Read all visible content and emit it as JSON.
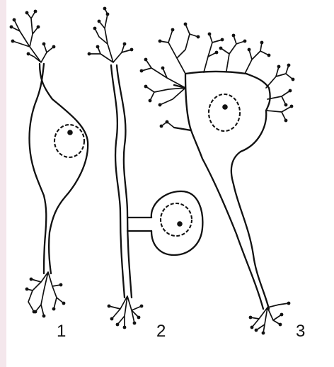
{
  "labels": {
    "neuron_1": "1",
    "neuron_2": "2",
    "neuron_3": "3"
  },
  "colors": {
    "stroke": "#111111",
    "background": "#ffffff",
    "left_edge": "#f4e7ec"
  }
}
